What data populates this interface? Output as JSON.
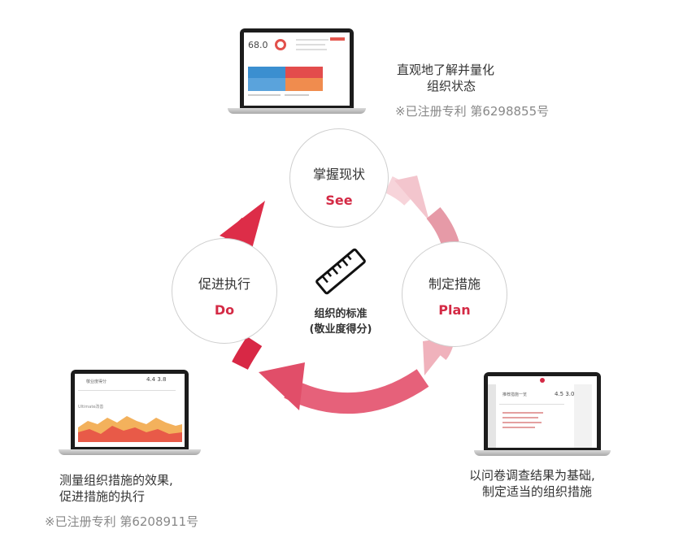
{
  "top_caption": {
    "line1": "直观地了解并量化",
    "line2": "组织状态",
    "patent": "※已注册专利 第6298855号"
  },
  "bottom_left_caption": {
    "line1": "测量组织措施的效果,",
    "line2": "促进措施的执行",
    "patent": "※已注册专利 第6208911号"
  },
  "bottom_right_caption": {
    "line1": "以问卷调查结果为基础,",
    "line2": "制定适当的组织措施"
  },
  "nodes": {
    "see": {
      "cn": "掌握现状",
      "en": "See"
    },
    "plan": {
      "cn": "制定措施",
      "en": "Plan"
    },
    "do": {
      "cn": "促进执行",
      "en": "Do"
    }
  },
  "center": {
    "line1": "组织的标准",
    "line2": "(敬业度得分)",
    "icon": "ruler-icon"
  },
  "screens": {
    "top": {
      "score": "68.0"
    },
    "left": {
      "title": "敬业度得分",
      "values": "4.4  3.8",
      "sub": "Ultimate改善"
    },
    "right": {
      "title": "推荐措施一览",
      "values": "4.5  3.0"
    }
  },
  "colors": {
    "accent": "#d42a45",
    "arrow_light": "#f5cfd6",
    "arrow_mid": "#eea9b4",
    "arrow_dark": "#dd2d48"
  }
}
